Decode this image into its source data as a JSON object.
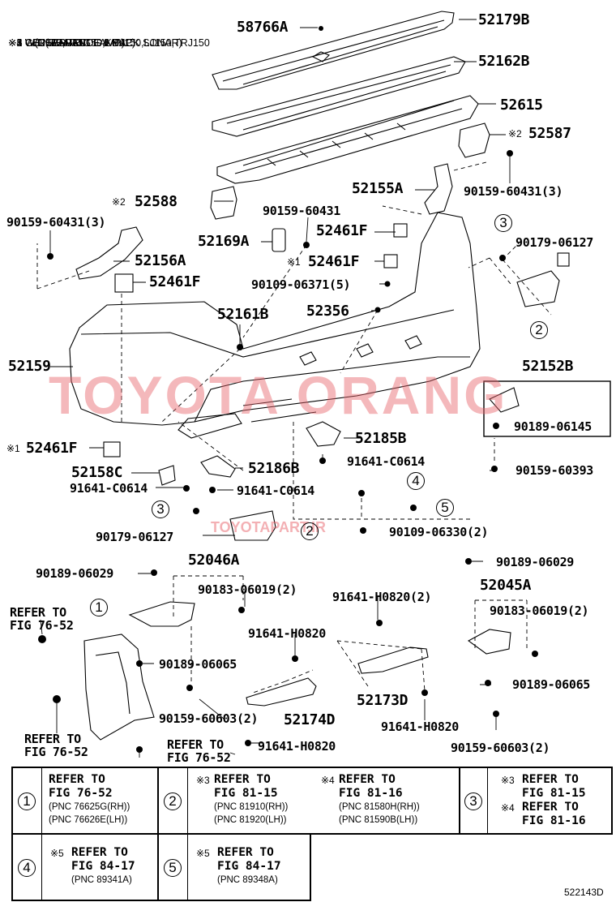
{
  "notes": [
    "※1 GDJ150,GRJ150,KDJ150,LJ150,TRJ150",
    "※2 CHINA SPEC",
    "※3 W/O(REAR FOG LAMP)",
    "※4 W(REAR FOG LAMP)",
    "※5 W(CLEARANCE & BACK SONAR)"
  ],
  "watermark": {
    "main": "TOYOTA ORANG",
    "site": "TOYOTAPART.IR",
    "color": "#e8636b"
  },
  "labels": {
    "p58766A": "58766A",
    "p52179B": "52179B",
    "p52162B": "52162B",
    "p52615": "52615",
    "p52587": "52587",
    "p52587_mark": "※2",
    "p52588": "52588",
    "p52588_mark": "※2",
    "p52155A": "52155A",
    "p90159_60431_r": "90159-60431(3)",
    "p90159_60431_l": "90159-60431(3)",
    "p90159_60431_c": "90159-60431",
    "p52169A": "52169A",
    "p52461F_a": "52461F",
    "p52461F_b": "52461F",
    "p52461F_b_mark": "※1",
    "p52156A": "52156A",
    "p52461F_c": "52461F",
    "p90109_06371": "90109-06371(5)",
    "p52356": "52356",
    "p90179_06127_r": "90179-06127",
    "p52161B": "52161B",
    "p52159": "52159",
    "p52152B": "52152B",
    "p90189_06145": "90189-06145",
    "p52461F_d": "52461F",
    "p52461F_d_mark": "※1",
    "p52185B": "52185B",
    "p91641_C0614_a": "91641-C0614",
    "p52158C": "52158C",
    "p52186B": "52186B",
    "p90159_60393": "90159-60393",
    "p91641_C0614_b": "91641-C0614",
    "p91641_C0614_c": "91641-C0614",
    "p90179_06127_l": "90179-06127",
    "p90109_06330": "90109-06330(2)",
    "p52046A": "52046A",
    "p90189_06029_l": "90189-06029",
    "p90183_06019_l": "90183-06019(2)",
    "p90189_06029_r": "90189-06029",
    "p52045A": "52045A",
    "p91641_H0820_a": "91641-H0820(2)",
    "p90183_06019_r": "90183-06019(2)",
    "p91641_H0820_b": "91641-H0820",
    "p90189_06065_l": "90189-06065",
    "p90189_06065_r": "90189-06065",
    "p52173D": "52173D",
    "p90159_60603_l": "90159-60603(2)",
    "p52174D": "52174D",
    "p91641_H0820_c": "91641-H0820",
    "p90159_60603_r": "90159-60603(2)",
    "p91641_H0820_d": "91641-H0820"
  },
  "refer_notes": {
    "r1_a": "REFER TO",
    "r1_b": "FIG 76-52",
    "r2_a": "REFER TO",
    "r2_b": "FIG 76-52",
    "r3_a": "REFER TO",
    "r3_b": "FIG 76-52"
  },
  "callouts": {
    "c1": "1",
    "c2": "2",
    "c3": "3",
    "c4": "4",
    "c5": "5"
  },
  "table": {
    "c1": {
      "num": "1",
      "refer": "REFER TO",
      "fig": "FIG 76-52",
      "pnc1": "(PNC 76625G(RH))",
      "pnc2": "(PNC 76626E(LH))"
    },
    "c2": {
      "num": "2",
      "a_mark": "※3",
      "a_refer": "REFER TO",
      "a_fig": "FIG 81-15",
      "a_pnc1": "(PNC 81910(RH))",
      "a_pnc2": "(PNC 81920(LH))",
      "b_mark": "※4",
      "b_refer": "REFER TO",
      "b_fig": "FIG 81-16",
      "b_pnc1": "(PNC 81580H(RH))",
      "b_pnc2": "(PNC 81590B(LH))"
    },
    "c3": {
      "num": "3",
      "a_mark": "※3",
      "a_refer": "REFER TO",
      "a_fig": "FIG 81-15",
      "b_mark": "※4",
      "b_refer": "REFER TO",
      "b_fig": "FIG 81-16"
    },
    "c4": {
      "num": "4",
      "mark": "※5",
      "refer": "REFER TO",
      "fig": "FIG 84-17",
      "pnc": "(PNC 89341A)"
    },
    "c5": {
      "num": "5",
      "mark": "※5",
      "refer": "REFER TO",
      "fig": "FIG 84-17",
      "pnc": "(PNC 89348A)"
    }
  },
  "diagram_code": "522143D"
}
